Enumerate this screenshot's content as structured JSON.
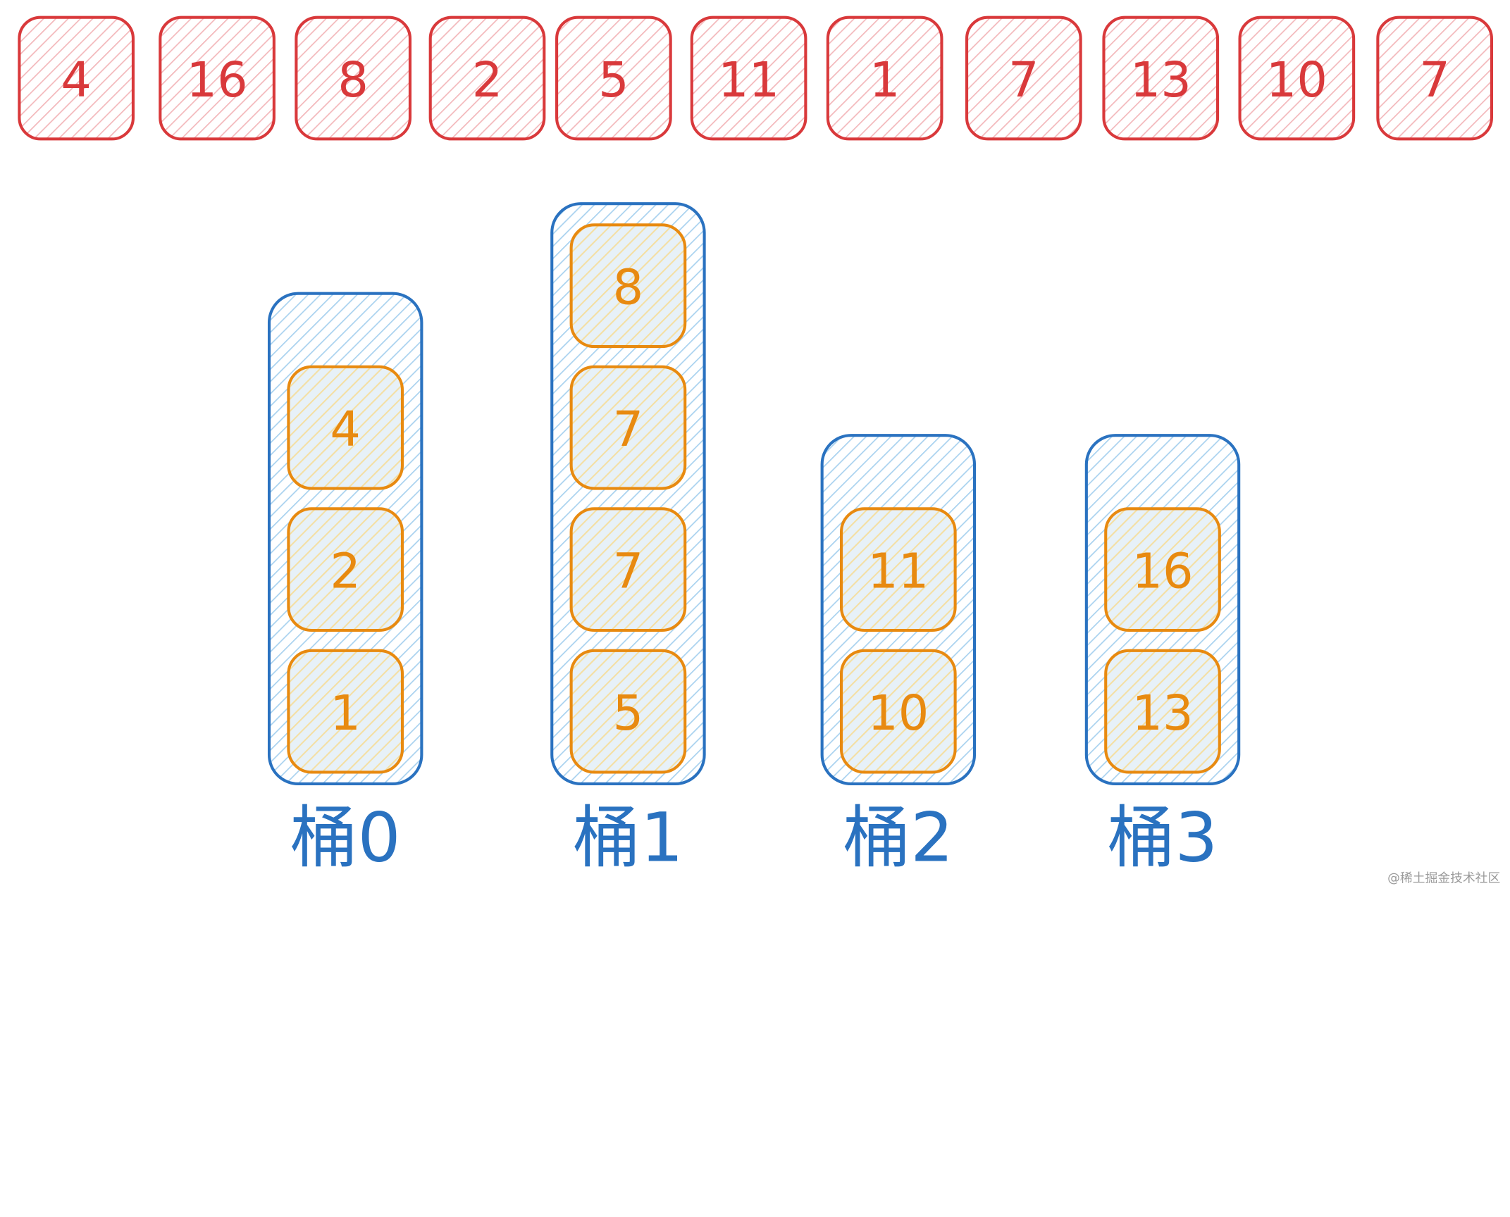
{
  "colors": {
    "input_stroke": "#d9393b",
    "input_hatch": "#f3b8bb",
    "bucket_stroke": "#2a72c0",
    "bucket_hatch": "#a9d2ef",
    "item_stroke": "#e88a10",
    "item_hatch": "#f4dfa3",
    "label_text": "#2a72c0",
    "watermark_text": "#9a9a9a"
  },
  "input_sequence": [
    "4",
    "16",
    "8",
    "2",
    "5",
    "11",
    "1",
    "7",
    "13",
    "10",
    "7"
  ],
  "buckets": [
    {
      "label": "桶0",
      "items": [
        "4",
        "2",
        "1"
      ]
    },
    {
      "label": "桶1",
      "items": [
        "8",
        "7",
        "7",
        "5"
      ]
    },
    {
      "label": "桶2",
      "items": [
        "11",
        "10"
      ]
    },
    {
      "label": "桶3",
      "items": [
        "16",
        "13"
      ]
    }
  ],
  "watermark": "@稀土掘金技术社区"
}
